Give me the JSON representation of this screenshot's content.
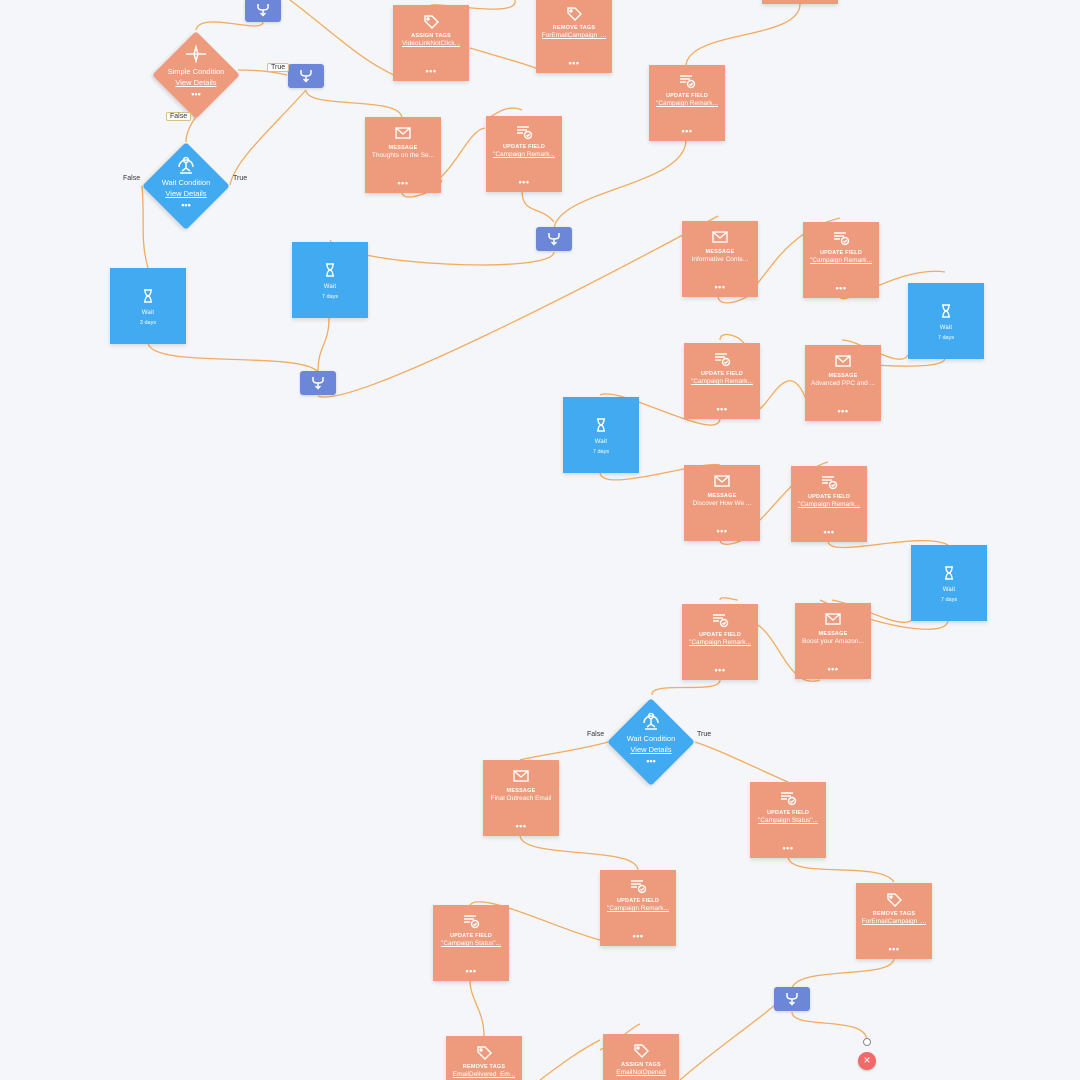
{
  "nodes": {
    "assign_tags_top": {
      "title": "ASSIGN TAGS",
      "sub": "VideoLinkNotClick..."
    },
    "remove_tags_top": {
      "title": "REMOVE TAGS",
      "sub": "ForEmailCampaign_..."
    },
    "update_field_top_right": {
      "title": "UPDATE FIELD",
      "sub": "\"Campaign Remark..."
    },
    "message_thoughts": {
      "title": "MESSAGE",
      "sub": "Thoughts on the Se..."
    },
    "update_field_mid": {
      "title": "UPDATE FIELD",
      "sub": "\"Campaign Remark..."
    },
    "wait_3_days": {
      "title": "Wait",
      "sub": "3 days"
    },
    "wait_7_days_a": {
      "title": "Wait",
      "sub": "7 days"
    },
    "message_informative": {
      "title": "MESSAGE",
      "sub": "Informative Conte..."
    },
    "update_field_r1": {
      "title": "UPDATE FIELD",
      "sub": "\"Campaign Remark..."
    },
    "wait_7_days_b": {
      "title": "Wait",
      "sub": "7 days"
    },
    "update_field_r2": {
      "title": "UPDATE FIELD",
      "sub": "\"Campaign Remark..."
    },
    "message_advanced": {
      "title": "MESSAGE",
      "sub": "Advanced PPC and ..."
    },
    "wait_7_days_c": {
      "title": "Wait",
      "sub": "7 days"
    },
    "message_discover": {
      "title": "MESSAGE",
      "sub": "Discover How We ..."
    },
    "update_field_r3": {
      "title": "UPDATE FIELD",
      "sub": "\"Campaign Remark..."
    },
    "wait_7_days_d": {
      "title": "Wait",
      "sub": "7 days"
    },
    "update_field_r4": {
      "title": "UPDATE FIELD",
      "sub": "\"Campaign Remark..."
    },
    "message_boost": {
      "title": "MESSAGE",
      "sub": "Boost your Amazon..."
    },
    "message_final": {
      "title": "MESSAGE",
      "sub": "Final Outreach Email"
    },
    "update_field_status_right": {
      "title": "UPDATE FIELD",
      "sub": "\"Campaign Status\"..."
    },
    "update_field_bottom": {
      "title": "UPDATE FIELD",
      "sub": "\"Campaign Remark..."
    },
    "update_field_status_left": {
      "title": "UPDATE FIELD",
      "sub": "\"Campaign Status\"..."
    },
    "remove_tags_bottom_right": {
      "title": "REMOVE TAGS",
      "sub": "ForEmailCampaign_..."
    },
    "remove_tags_bottom_left": {
      "title": "REMOVE TAGS",
      "sub": "EmailDelivered_Em..."
    },
    "assign_tags_bottom": {
      "title": "ASSIGN TAGS",
      "sub": "EmailNotOpened"
    }
  },
  "conditions": {
    "simple": {
      "title": "Simple Condition",
      "link": "View Details",
      "dots": "•••"
    },
    "wait_top": {
      "title": "Wait Condition",
      "link": "View Details",
      "dots": "•••"
    },
    "wait_bottom": {
      "title": "Wait Condition",
      "link": "View Details",
      "dots": "•••"
    }
  },
  "labels": {
    "true": "True",
    "false": "False",
    "dots": "•••",
    "end": "×"
  },
  "colors": {
    "action": "#ee9a7c",
    "wait": "#42aaf0",
    "merge": "#6c86d8",
    "connector": "#f3ab5f",
    "end": "#f06a6a"
  }
}
